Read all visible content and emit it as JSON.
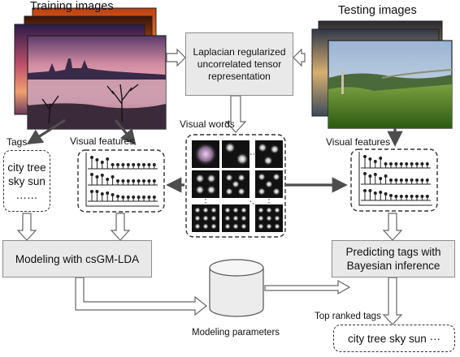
{
  "labels": {
    "training_images": "Training images",
    "testing_images": "Testing images",
    "tags": "Tags",
    "visual_features_left": "Visual features",
    "visual_features_right": "Visual features",
    "visual_words": "Visual words",
    "modeling_parameters": "Modeling parameters",
    "top_ranked_tags": "Top ranked tags"
  },
  "boxes": {
    "laplacian": "Laplacian regularized uncorrelated tensor representation",
    "tags_line1": "city tree",
    "tags_line2": "sky sun",
    "tags_line3": "……",
    "modeling": "Modeling with csGM-LDA",
    "predicting": "Predicting tags with Bayesian inference",
    "output_tags": "city tree sky sun ···"
  },
  "colors": {
    "process_box_fill": "#e9e9e9",
    "arrow_dark": "#4d4d4d"
  }
}
